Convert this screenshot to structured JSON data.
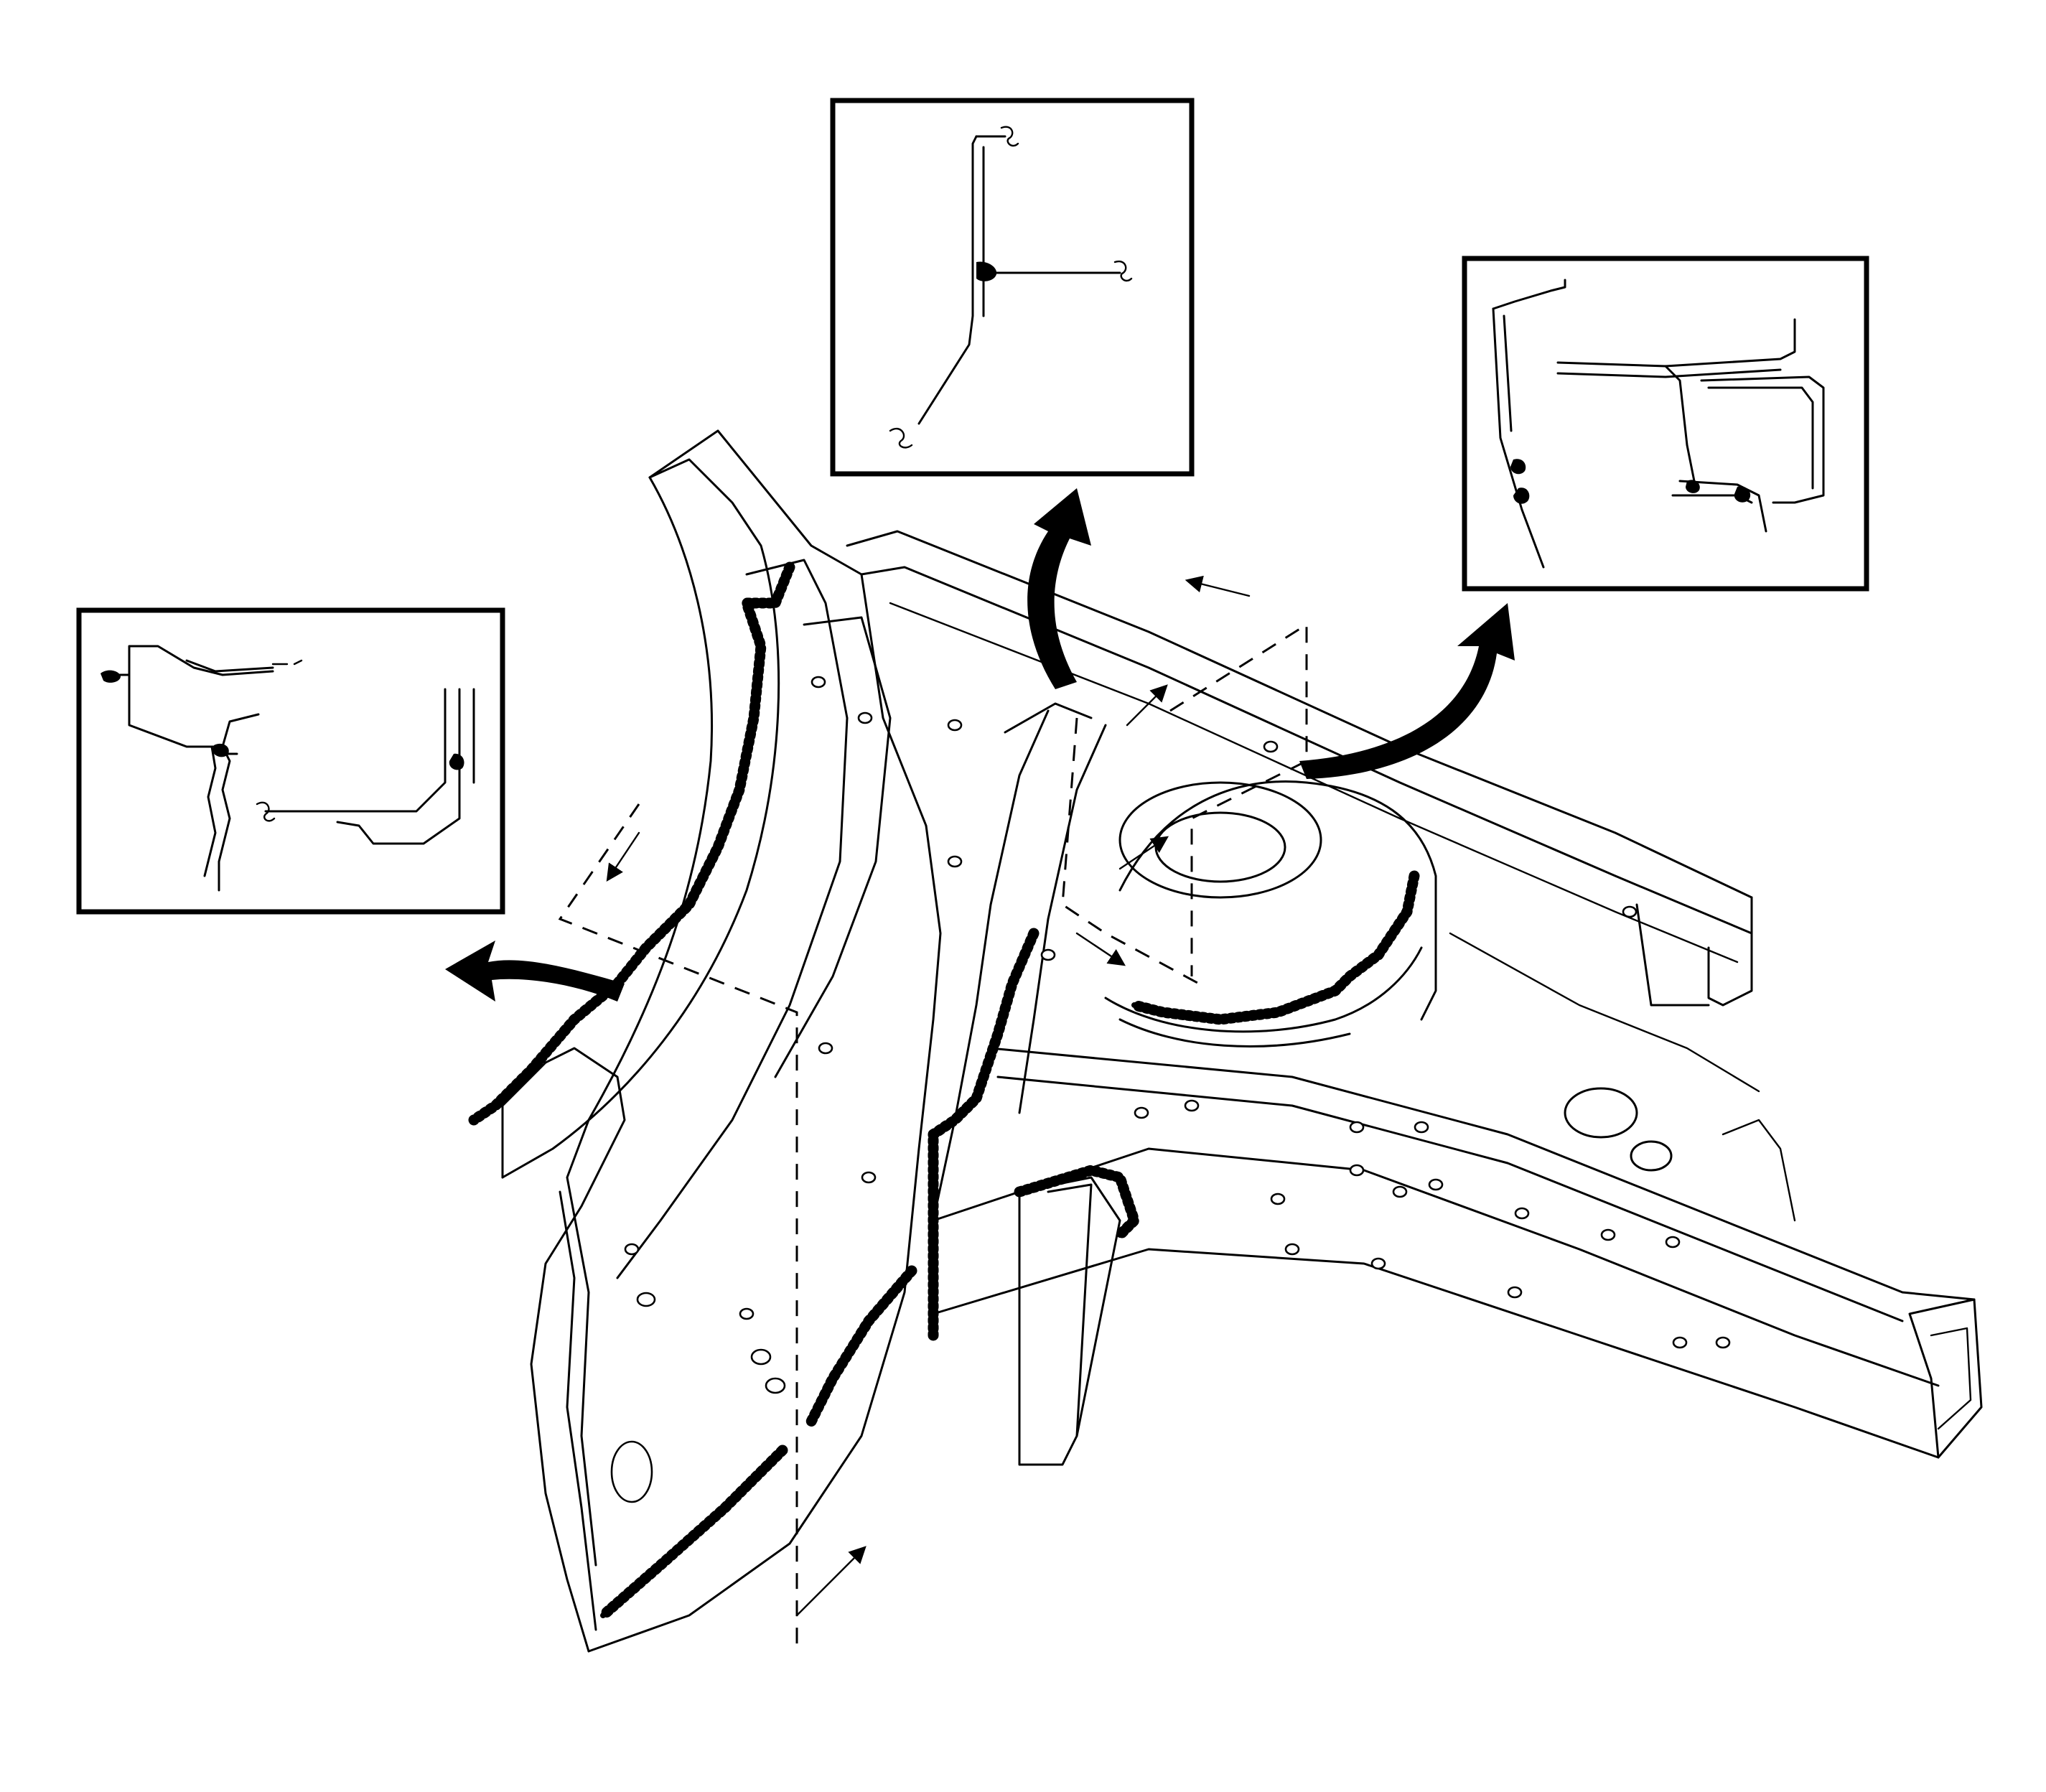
{
  "diagram": {
    "line_color": "#000000",
    "background_color": "#ffffff",
    "detail_views": [
      {
        "id": "detail-top-center",
        "shows": "b-pillar-flange-joint"
      },
      {
        "id": "detail-top-right",
        "shows": "rocker-sill-joint"
      },
      {
        "id": "detail-left",
        "shows": "a-pillar-hinge-joint"
      }
    ],
    "icons": [
      "curved-callout-arrow",
      "dashed-direction-arrow",
      "weld-bead"
    ]
  }
}
